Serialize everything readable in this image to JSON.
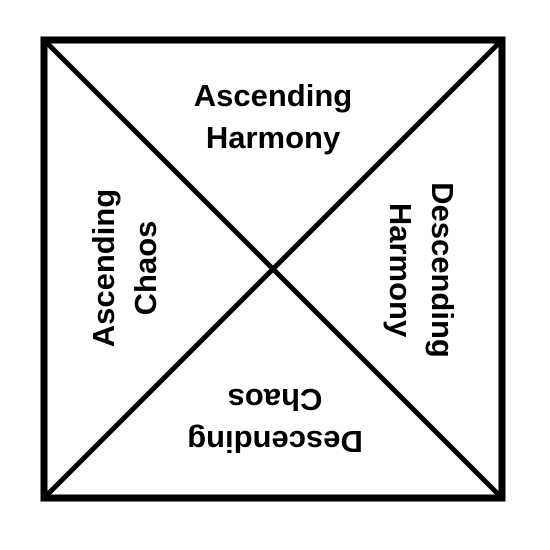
{
  "diagram": {
    "quadrants": {
      "top": {
        "line1": "Ascending",
        "line2": "Harmony"
      },
      "right": {
        "line1": "Descending",
        "line2": "Harmony"
      },
      "bottom": {
        "line1": "Descending",
        "line2": "Chaos"
      },
      "left": {
        "line1": "Ascending",
        "line2": "Chaos"
      }
    },
    "line_color": "#000000",
    "background": "#ffffff"
  }
}
